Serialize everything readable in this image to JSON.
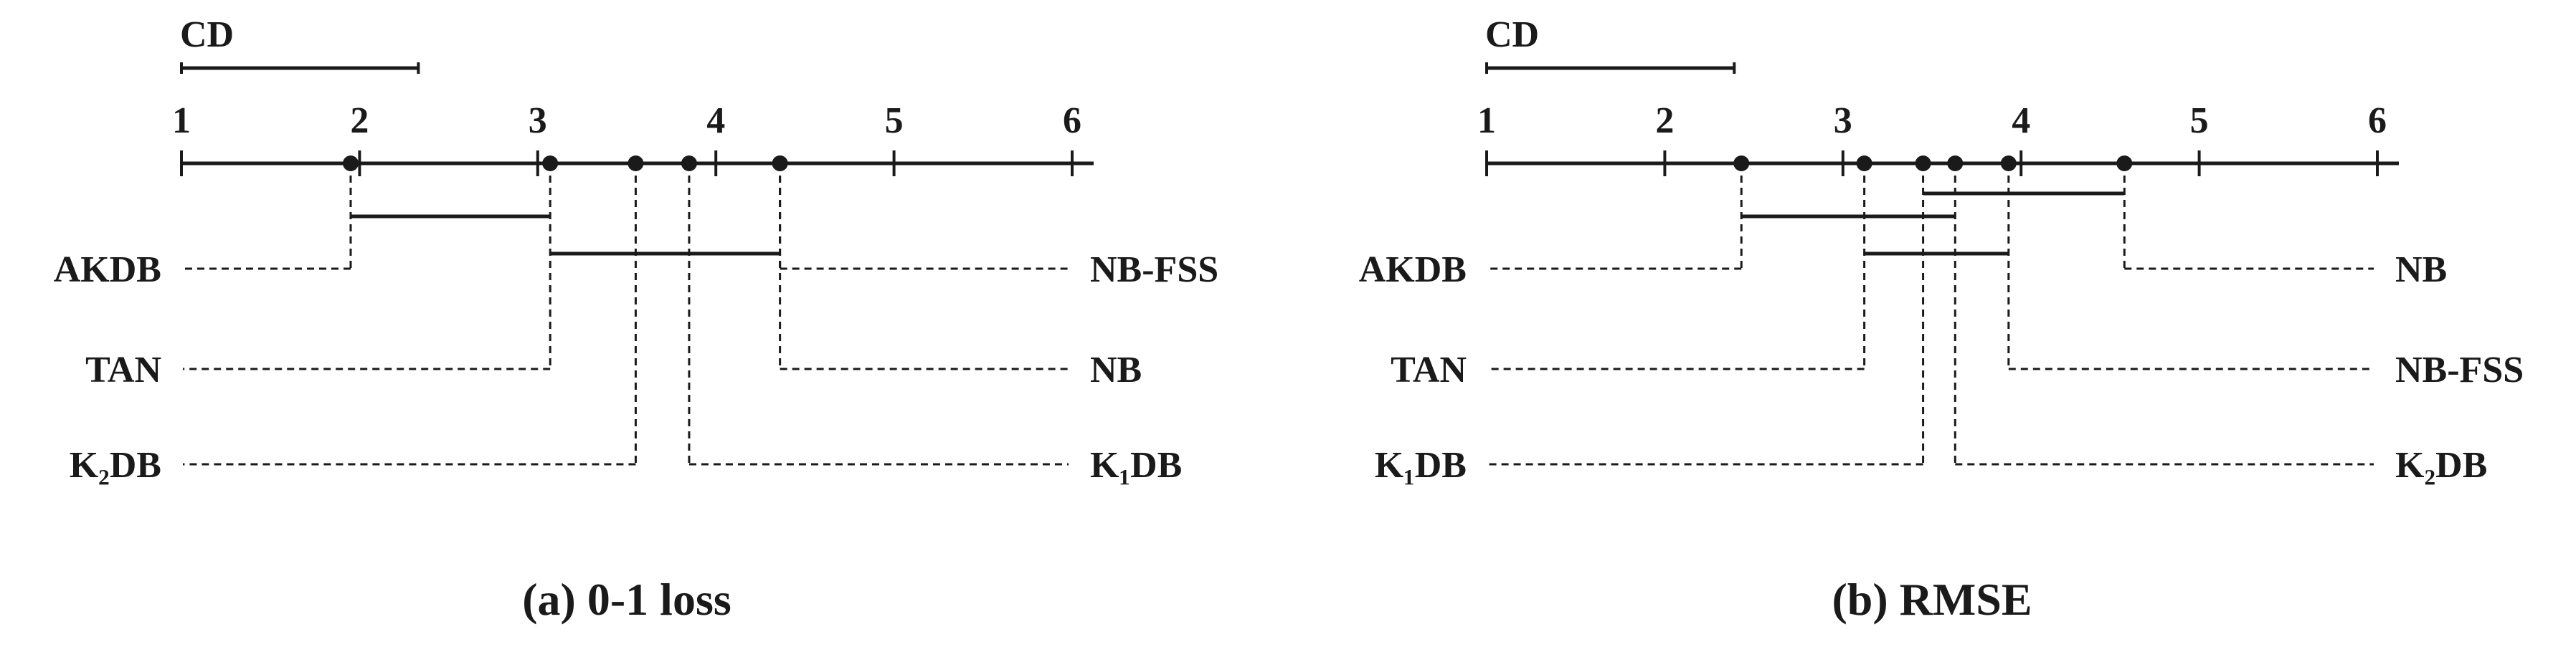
{
  "chart_data": [
    {
      "type": "critical-difference-diagram",
      "cd_label": "CD",
      "cd_value": 1.33,
      "axis_min": 1,
      "axis_max": 6,
      "ticks": [
        "1",
        "2",
        "3",
        "4",
        "5",
        "6"
      ],
      "caption": "(a)  0-1 loss",
      "left_methods": [
        {
          "name": "AKDB",
          "rank": 1.95
        },
        {
          "name": "TAN",
          "rank": 3.07
        },
        {
          "name": "K₂DB",
          "rank": 3.55
        }
      ],
      "right_methods": [
        {
          "name": "NB-FSS",
          "rank": 4.36
        },
        {
          "name": "NB",
          "rank": 4.36
        },
        {
          "name": "K₁DB",
          "rank": 3.85
        }
      ],
      "clique_bars": [
        {
          "from": 1.95,
          "to": 3.07
        },
        {
          "from": 3.07,
          "to": 4.36
        }
      ]
    },
    {
      "type": "critical-difference-diagram",
      "cd_label": "CD",
      "cd_value": 1.39,
      "axis_min": 1,
      "axis_max": 6,
      "ticks": [
        "1",
        "2",
        "3",
        "4",
        "5",
        "6"
      ],
      "caption": "(b)  RMSE",
      "left_methods": [
        {
          "name": "AKDB",
          "rank": 2.43
        },
        {
          "name": "TAN",
          "rank": 3.12
        },
        {
          "name": "K₁DB",
          "rank": 3.45
        }
      ],
      "right_methods": [
        {
          "name": "NB",
          "rank": 4.58
        },
        {
          "name": "NB-FSS",
          "rank": 3.93
        },
        {
          "name": "K₂DB",
          "rank": 3.63
        }
      ],
      "clique_bars": [
        {
          "from": 3.45,
          "to": 4.58
        },
        {
          "from": 2.43,
          "to": 3.63
        },
        {
          "from": 3.12,
          "to": 3.93
        }
      ]
    }
  ]
}
